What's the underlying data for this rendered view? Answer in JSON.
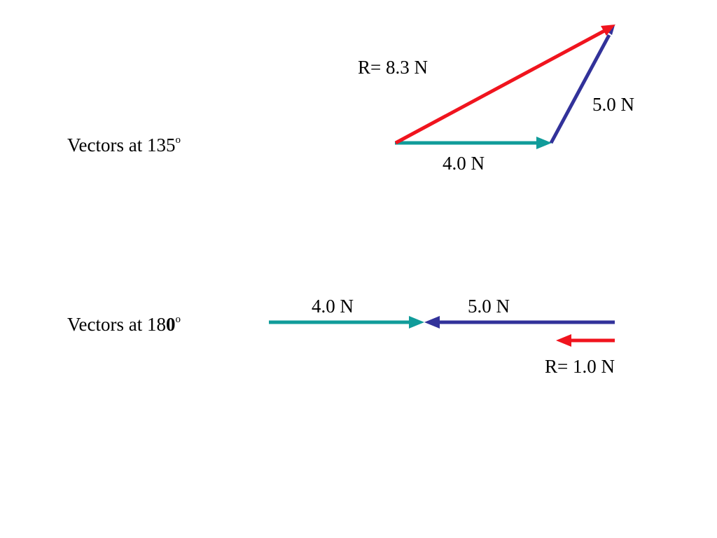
{
  "section_135": {
    "title_prefix": "Vectors at 135",
    "title_degree": "o",
    "vector_a_label": "4.0 N",
    "vector_b_label": "5.0 N",
    "resultant_label": "R= 8.3 N"
  },
  "section_180": {
    "title_prefix": "Vectors at 18",
    "title_bold_digit": "0",
    "title_degree": "o",
    "vector_a_label": "4.0 N",
    "vector_b_label": "5.0 N",
    "resultant_label": "R= 1.0 N"
  },
  "colors": {
    "vector_4N": "#109c9a",
    "vector_5N": "#32329a",
    "resultant": "#f0141e"
  }
}
